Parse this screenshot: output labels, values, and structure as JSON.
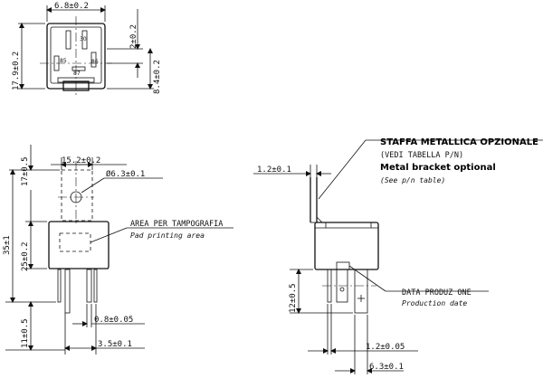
{
  "top_view": {
    "dim_width": "6.8±0.2",
    "dim_height": "17.9±0.2",
    "dim_offset": "2±0.2",
    "dim_pin_offset": "8.4±0.2",
    "pin_labels": [
      "30",
      "85",
      "86",
      "87"
    ]
  },
  "front_view": {
    "dim_top_width": "15.2±0.2",
    "dim_top_height": "17±0.5",
    "dim_hole": "Ø6.3±0.1",
    "dim_body_height": "25±0.2",
    "dim_total_height": "35±1",
    "dim_pin_length": "11±0.5",
    "dim_pin_thickness": "0.8±0.05",
    "dim_pin_width": "3.5±0.1",
    "print_area_it": "AREA PER TAMPOGRAFIA",
    "print_area_en": "Pad printing area"
  },
  "side_view": {
    "bracket_it": "STAFFA METALLICA OPZIONALE",
    "bracket_it_note": "(VEDI TABELLA P/N)",
    "bracket_en": "Metal bracket optional",
    "bracket_en_note": "(See p/n table)",
    "dim_bracket_thickness": "1.2±0.1",
    "dim_pin_length": "12±0.5",
    "date_it": "DATA PRODUZ ONE",
    "date_en": "Production date",
    "dim_bottom_thickness": "1.2±0.05",
    "dim_bottom_width": "6.3±0.1"
  }
}
